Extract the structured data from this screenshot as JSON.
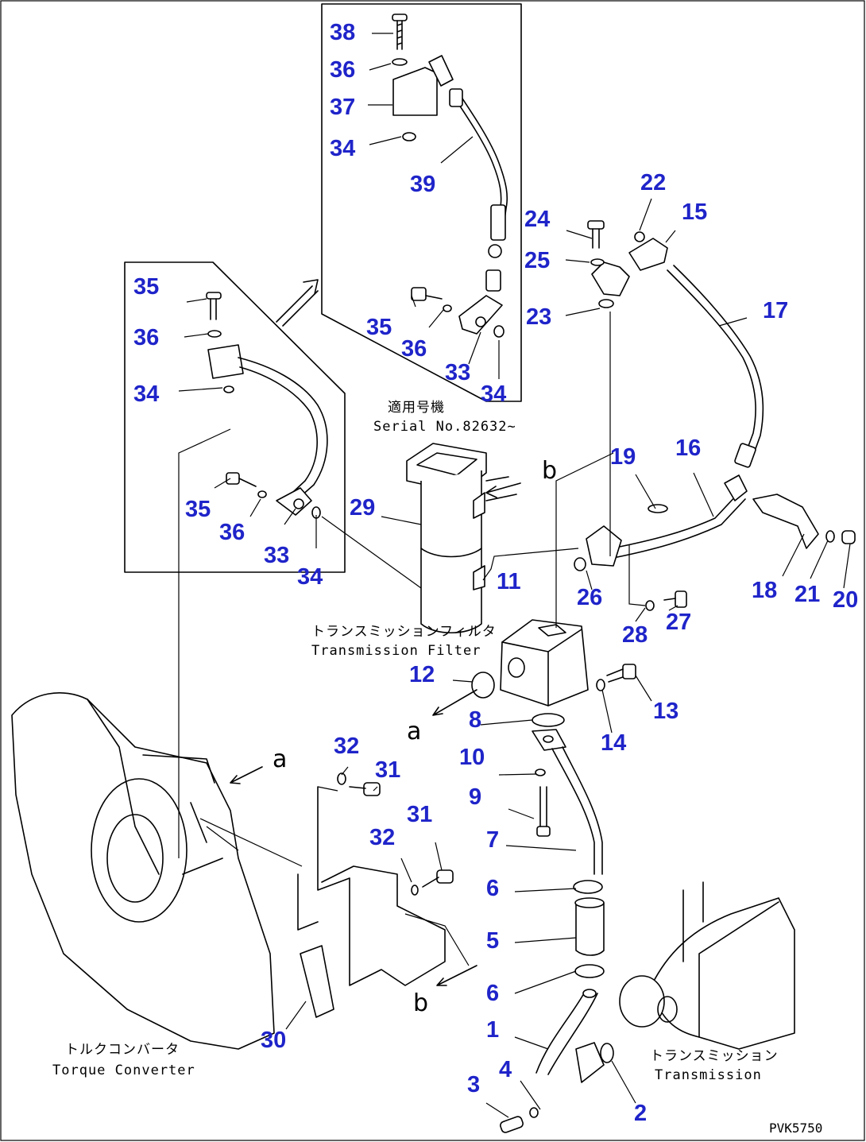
{
  "callouts": [
    {
      "id": "c38",
      "text": "38"
    },
    {
      "id": "c36a",
      "text": "36"
    },
    {
      "id": "c37",
      "text": "37"
    },
    {
      "id": "c34a",
      "text": "34"
    },
    {
      "id": "c39",
      "text": "39"
    },
    {
      "id": "c35a",
      "text": "35"
    },
    {
      "id": "c36b",
      "text": "36"
    },
    {
      "id": "c33a",
      "text": "33"
    },
    {
      "id": "c34b",
      "text": "34"
    },
    {
      "id": "c35b",
      "text": "35"
    },
    {
      "id": "c36c",
      "text": "36"
    },
    {
      "id": "c34c",
      "text": "34"
    },
    {
      "id": "c35c",
      "text": "35"
    },
    {
      "id": "c36d",
      "text": "36"
    },
    {
      "id": "c33b",
      "text": "33"
    },
    {
      "id": "c34d",
      "text": "34"
    },
    {
      "id": "c24",
      "text": "24"
    },
    {
      "id": "c25",
      "text": "25"
    },
    {
      "id": "c23",
      "text": "23"
    },
    {
      "id": "c22",
      "text": "22"
    },
    {
      "id": "c15",
      "text": "15"
    },
    {
      "id": "c17",
      "text": "17"
    },
    {
      "id": "c19",
      "text": "19"
    },
    {
      "id": "c16",
      "text": "16"
    },
    {
      "id": "c29",
      "text": "29"
    },
    {
      "id": "c11",
      "text": "11"
    },
    {
      "id": "c26",
      "text": "26"
    },
    {
      "id": "c28",
      "text": "28"
    },
    {
      "id": "c27",
      "text": "27"
    },
    {
      "id": "c18",
      "text": "18"
    },
    {
      "id": "c21",
      "text": "21"
    },
    {
      "id": "c20",
      "text": "20"
    },
    {
      "id": "c12",
      "text": "12"
    },
    {
      "id": "c13",
      "text": "13"
    },
    {
      "id": "c8",
      "text": "8"
    },
    {
      "id": "c14",
      "text": "14"
    },
    {
      "id": "c10",
      "text": "10"
    },
    {
      "id": "c9",
      "text": "9"
    },
    {
      "id": "c7",
      "text": "7"
    },
    {
      "id": "c6a",
      "text": "6"
    },
    {
      "id": "c5",
      "text": "5"
    },
    {
      "id": "c6b",
      "text": "6"
    },
    {
      "id": "c1",
      "text": "1"
    },
    {
      "id": "c4",
      "text": "4"
    },
    {
      "id": "c3",
      "text": "3"
    },
    {
      "id": "c2",
      "text": "2"
    },
    {
      "id": "c32a",
      "text": "32"
    },
    {
      "id": "c31a",
      "text": "31"
    },
    {
      "id": "c31b",
      "text": "31"
    },
    {
      "id": "c32b",
      "text": "32"
    },
    {
      "id": "c30",
      "text": "30"
    }
  ],
  "labels": {
    "serial_jp": "適用号機",
    "serial_en": "Serial No.82632~",
    "filter_jp": "トランスミッションフィルタ",
    "filter_en": "Transmission Filter",
    "torque_jp": "トルクコンバータ",
    "torque_en": "Torque Converter",
    "trans_jp": "トランスミッション",
    "trans_en": "Transmission",
    "view_a_top": "a",
    "view_a_mid": "a",
    "view_b_top": "b",
    "view_b_low": "b",
    "drawing_code": "PVK5750"
  }
}
